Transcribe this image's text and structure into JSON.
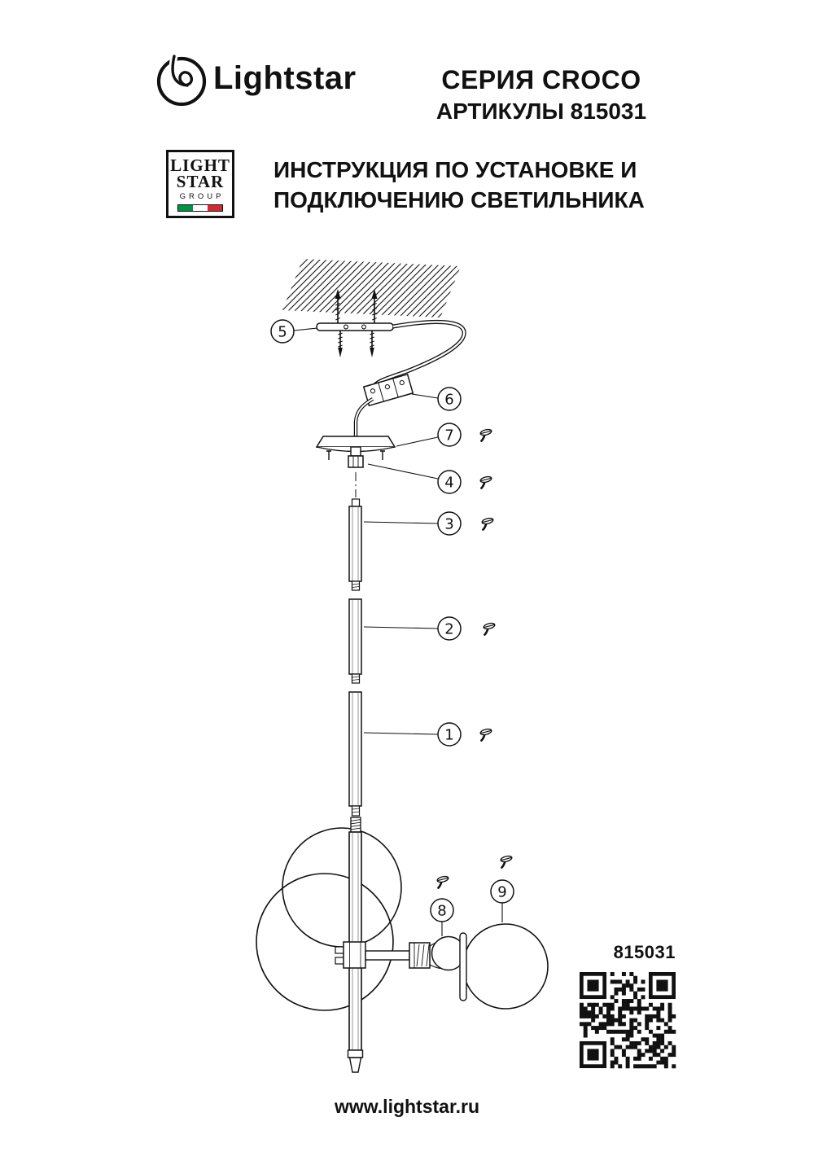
{
  "header": {
    "brand": "Lightstar",
    "series_title": "СЕРИЯ CROCO",
    "articles_title": "АРТИКУЛЫ 815031",
    "logo_box": {
      "line1": "LIGHT",
      "line2": "STAR",
      "line3": "GROUP"
    },
    "instruction_title_line1": "ИНСТРУКЦИЯ ПО УСТАНОВКЕ И",
    "instruction_title_line2": "ПОДКЛЮЧЕНИЮ СВЕТИЛЬНИКА"
  },
  "diagram": {
    "callouts": {
      "c1": "1",
      "c2": "2",
      "c3": "3",
      "c4": "4",
      "c5": "5",
      "c6": "6",
      "c7": "7",
      "c8": "8",
      "c9": "9"
    },
    "screw_icon": "screw-icon",
    "article_number": "815031"
  },
  "footer": {
    "website": "www.lightstar.ru"
  },
  "colors": {
    "ink": "#111111",
    "flag_green": "#009246",
    "flag_red": "#ce2b37",
    "paper": "#ffffff"
  }
}
